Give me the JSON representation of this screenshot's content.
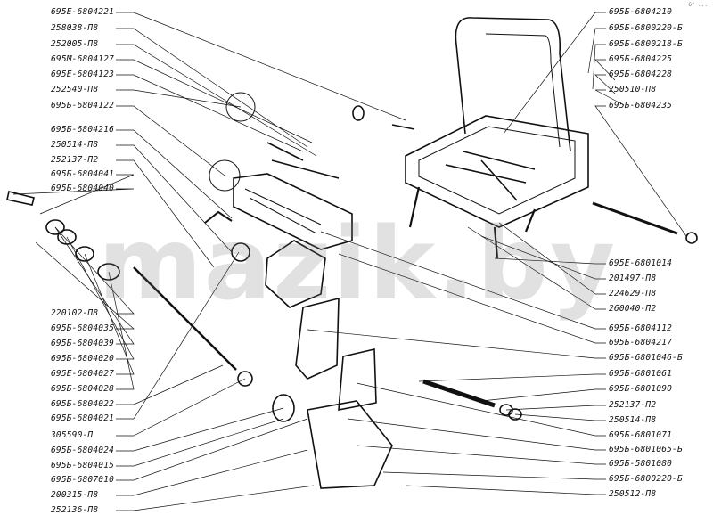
{
  "corner_mark": "6° ...",
  "watermark": "mazik.by",
  "left_labels": [
    "695E-6804221",
    "258038-П8",
    "252005-П8",
    "695M-6804127",
    "695E-6804123",
    "252540-П8",
    "695Б-6804122",
    "695Б-6804216",
    "250514-П8",
    "252137-П2",
    "695Б-6804041",
    "695Б-6804040",
    "220102-П8",
    "695Б-6804035",
    "695Б-6804039",
    "695Б-6804020",
    "695E-6804027",
    "695Б-6804028",
    "695Б-6804022",
    "695Б-6804021",
    "305590-П",
    "695Б-6804024",
    "695Б-6804015",
    "695Б-6807010",
    "200315-П8",
    "252136-П8"
  ],
  "right_labels": [
    "695Б-6804210",
    "695Б-6800220-Б",
    "695Б-6800218-Б",
    "695Б-6804225",
    "695Б-6804228",
    "250510-П8",
    "695Б-6804235",
    "695E-6801014",
    "201497-П8",
    "224629-П8",
    "260040-П2",
    "695Б-6804112",
    "695Б-6804217",
    "695Б-6801046-Б",
    "695Б-6801061",
    "695Б-6801090",
    "252137-П2",
    "250514-П8",
    "695Б-6801071",
    "695Б-6801065-Б",
    "695Б-5801080",
    "695Б-6800220-Б",
    "250512-П8"
  ]
}
